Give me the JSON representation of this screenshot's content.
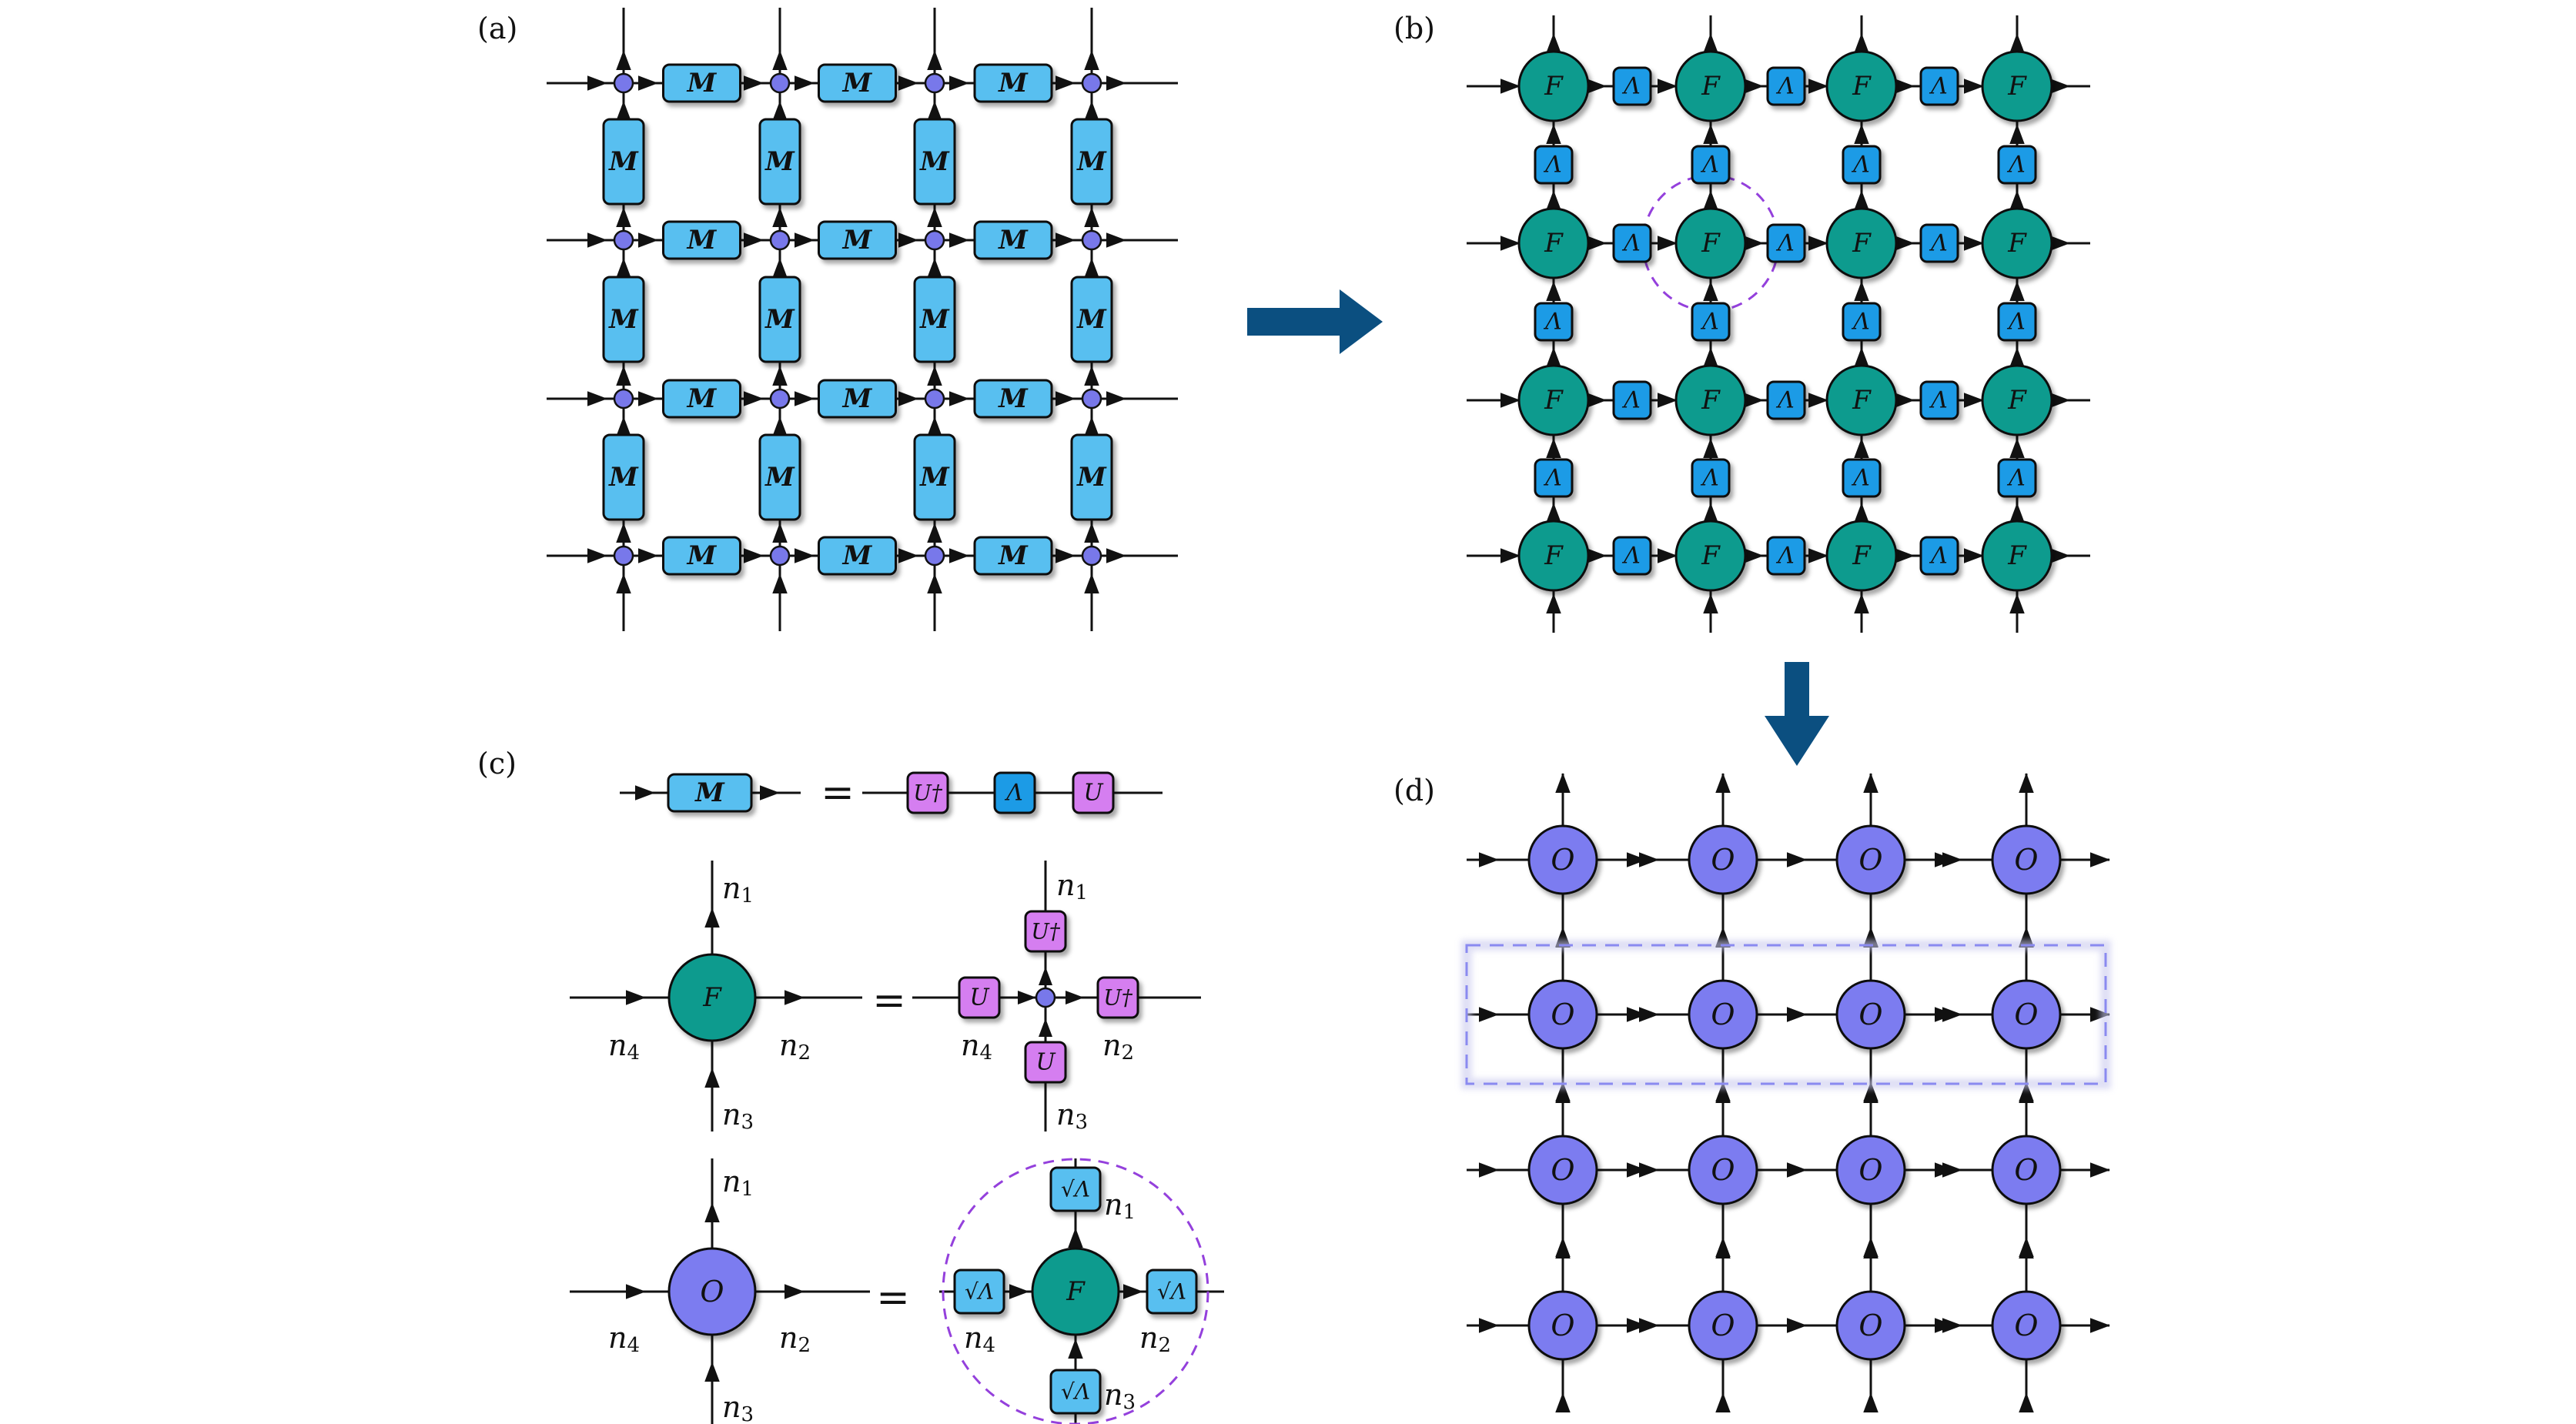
{
  "panels": {
    "a": "(a)",
    "b": "(b)",
    "c": "(c)",
    "d": "(d)"
  },
  "symbols": {
    "M": "M",
    "F": "F",
    "Lambda": "Λ",
    "O": "O",
    "U": "U",
    "Udag": "U†",
    "sqrtLambda": "√Λ",
    "equals": "="
  },
  "legs": [
    "n1",
    "n2",
    "n3",
    "n4"
  ],
  "colors": {
    "m_box": "#58bff0",
    "lambda_box": "#1a9be6",
    "f_node": "#0f9b8e",
    "o_node": "#7b7cf0",
    "u_box": "#d57ef0",
    "small_node": "#7878ea",
    "arrow": "#0b4f80",
    "dashed_circle": "#9440dc",
    "dashed_rect": "#8a8af0",
    "line": "#111111"
  }
}
